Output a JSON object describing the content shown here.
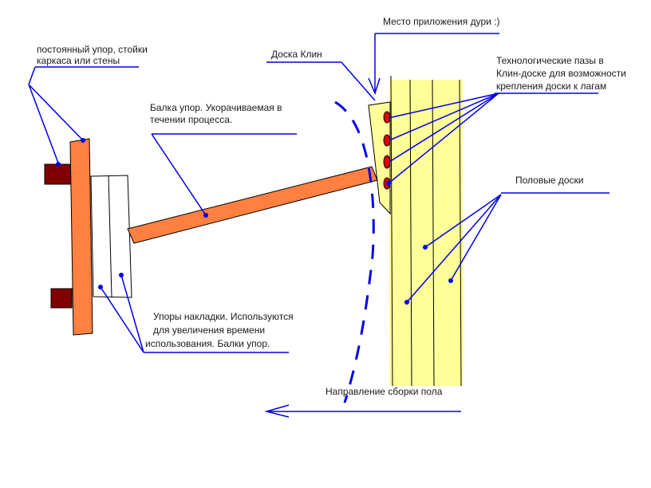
{
  "labels": {
    "attachment_point": "Место приложения дури :)",
    "wedge_board": "Доска Клин",
    "permanent_stop_l1": "постоянный упор, стойки",
    "permanent_stop_l2": "каркаса или стены",
    "beam_l1": "Балка упор. Укорачиваемая в",
    "beam_l2": "течении процесса.",
    "grooves_l1": "Технологические пазы в",
    "grooves_l2": "Клин-доске для возможности",
    "grooves_l3": "крепления доски к лагам",
    "floor_boards": "Половые доски",
    "pads_l1": "Упоры накладки. Используются",
    "pads_l2": "для увеличения времени",
    "pads_l3": "использования. Балки упор.",
    "direction": "Направление сборки пола"
  },
  "colors": {
    "annotation": "#0000e6",
    "floor_board": "#ffff99",
    "beam": "#ff8040",
    "bracket": "#800000",
    "groove": "#e00000",
    "outline": "#000000"
  }
}
